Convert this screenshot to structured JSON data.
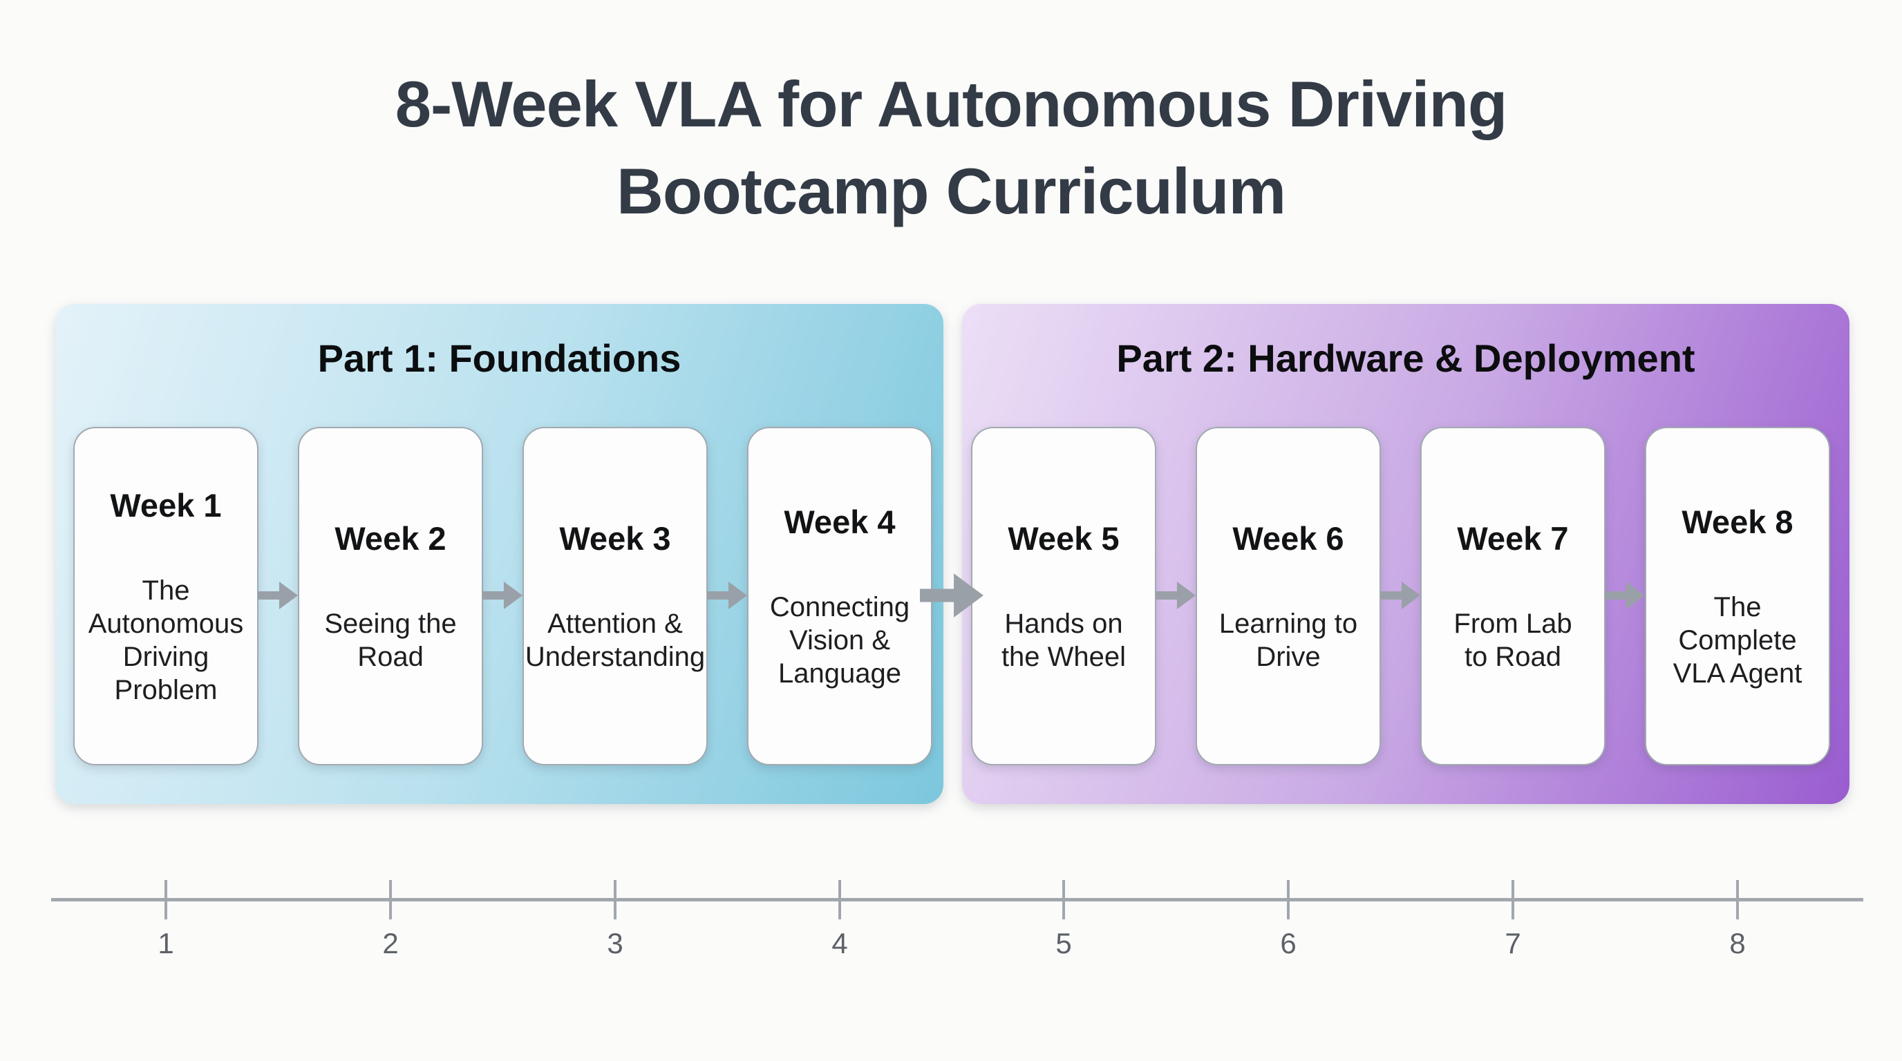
{
  "page": {
    "title": "8-Week VLA for Autonomous Driving\nBootcamp Curriculum"
  },
  "parts": [
    {
      "label": "Part 1: Foundations",
      "weeks": [
        {
          "title": "Week 1",
          "topic": "The\nAutonomous\nDriving\nProblem"
        },
        {
          "title": "Week 2",
          "topic": "Seeing the\nRoad"
        },
        {
          "title": "Week 3",
          "topic": "Attention &\nUnderstanding"
        },
        {
          "title": "Week 4",
          "topic": "Connecting\nVision &\nLanguage"
        }
      ]
    },
    {
      "label": "Part 2: Hardware & Deployment",
      "weeks": [
        {
          "title": "Week 5",
          "topic": "Hands on\nthe Wheel"
        },
        {
          "title": "Week 6",
          "topic": "Learning to\nDrive"
        },
        {
          "title": "Week 7",
          "topic": "From Lab\nto Road"
        },
        {
          "title": "Week 8",
          "topic": "The\nComplete\nVLA Agent"
        }
      ]
    }
  ],
  "timeline": {
    "ticks": [
      "1",
      "2",
      "3",
      "4",
      "5",
      "6",
      "7",
      "8"
    ]
  },
  "icons": {
    "arrow": "right-arrow"
  },
  "colors": {
    "title_text": "#333b46",
    "part1_gradient_start": "#e4f2f9",
    "part1_gradient_end": "#7cc7dd",
    "part2_gradient_start": "#ecdff6",
    "part2_gradient_end": "#9a5cd0",
    "arrow": "#9aa0a8"
  }
}
